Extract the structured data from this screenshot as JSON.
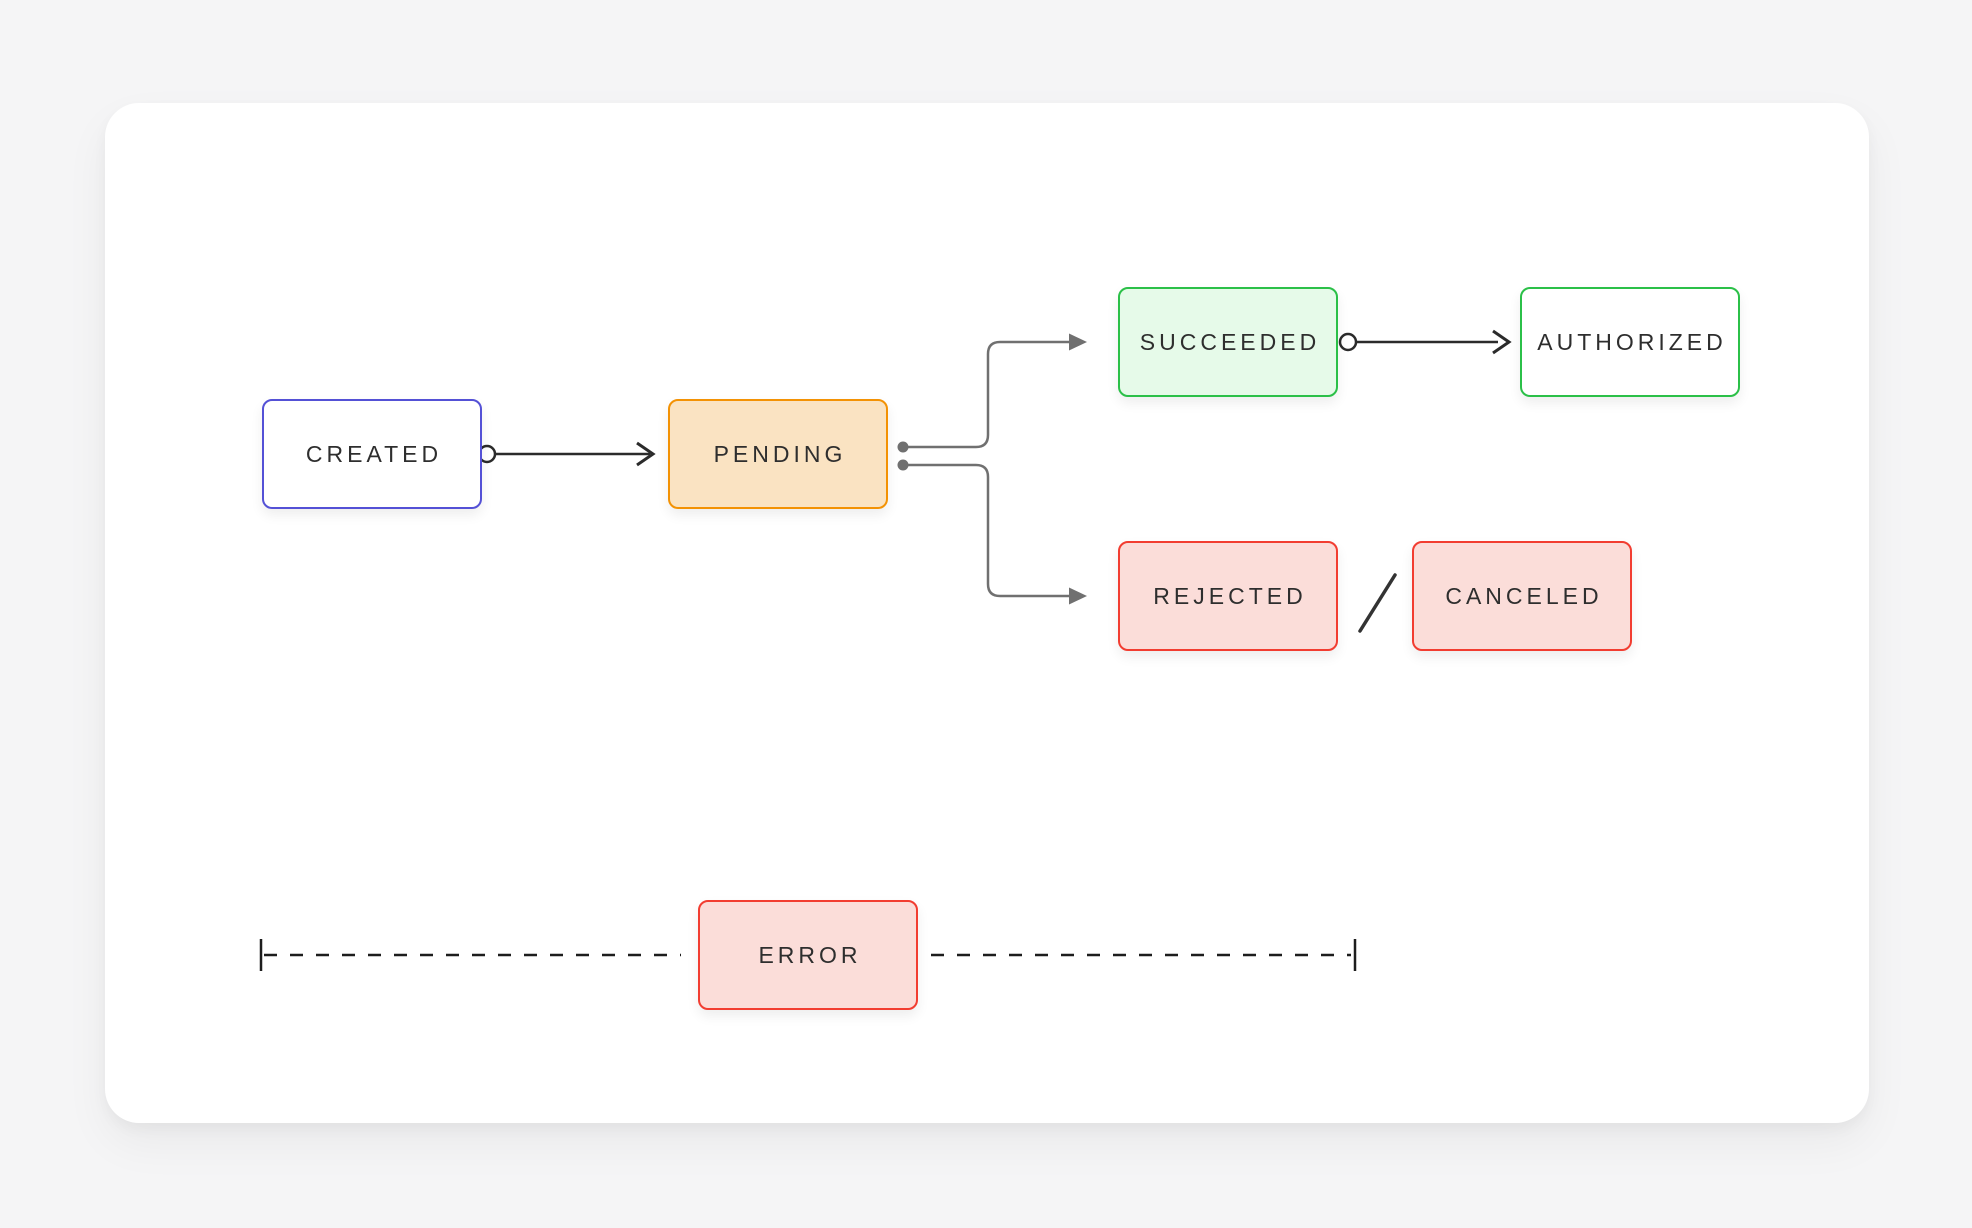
{
  "diagram": {
    "nodes": [
      {
        "id": "created",
        "label": "CREATED",
        "style": "outline-blue"
      },
      {
        "id": "pending",
        "label": "PENDING",
        "style": "filled-orange"
      },
      {
        "id": "succeeded",
        "label": "SUCCEEDED",
        "style": "filled-green"
      },
      {
        "id": "authorized",
        "label": "AUTHORIZED",
        "style": "outline-green"
      },
      {
        "id": "rejected",
        "label": "REJECTED",
        "style": "filled-red"
      },
      {
        "id": "canceled",
        "label": "CANCELED",
        "style": "filled-red"
      },
      {
        "id": "error",
        "label": "ERROR",
        "style": "filled-red"
      }
    ],
    "edges": [
      {
        "from": "created",
        "to": "pending",
        "type": "straight-arrow",
        "source_marker": "open-circle",
        "end_marker": "chevron-arrowhead"
      },
      {
        "from": "pending",
        "to": "succeeded",
        "type": "elbow-arrow",
        "source_marker": "filled-dot",
        "end_marker": "triangle-arrowhead"
      },
      {
        "from": "pending",
        "to": "rejected",
        "type": "elbow-arrow",
        "source_marker": "filled-dot",
        "end_marker": "triangle-arrowhead"
      },
      {
        "from": "succeeded",
        "to": "authorized",
        "type": "straight-arrow",
        "source_marker": "open-circle",
        "end_marker": "chevron-arrowhead"
      },
      {
        "between": [
          "rejected",
          "canceled"
        ],
        "type": "slash-separator",
        "glyph": "/"
      },
      {
        "from": "left-tick",
        "to": "error",
        "type": "dashed-line"
      },
      {
        "from": "error",
        "to": "right-tick",
        "type": "dashed-line"
      }
    ],
    "colors": {
      "page_background": "#F5F5F6",
      "card_background": "#FFFFFF",
      "node_text": "#2E2E2E",
      "blue_border": "#5451D6",
      "orange_border": "#F39204",
      "orange_fill": "#FAE3C2",
      "green_border": "#2BC048",
      "green_fill": "#E6FAE9",
      "red_border": "#F23D31",
      "red_fill": "#FBDDD9",
      "dark_connector": "#2B2B2B",
      "gray_connector": "#707070",
      "dashed_line": "#1D1D1D"
    }
  }
}
